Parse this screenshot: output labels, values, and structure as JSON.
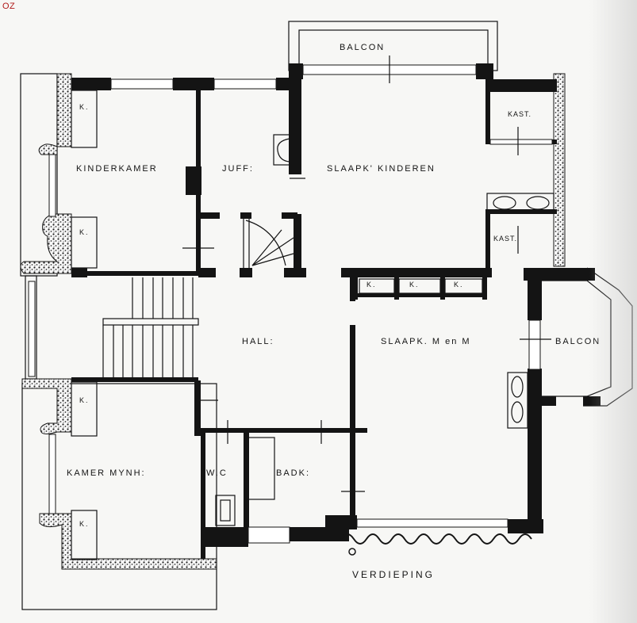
{
  "watermark": "OZ",
  "drawing": {
    "title": "VERDIEPING",
    "rooms": [
      {
        "id": "balcon-top",
        "label": "BALCON"
      },
      {
        "id": "kinderkamer",
        "label": "KINDERKAMER"
      },
      {
        "id": "juff",
        "label": "JUFF:"
      },
      {
        "id": "slaapk-kinderen",
        "label": "SLAAPK' KINDEREN"
      },
      {
        "id": "kast-1",
        "label": "KAST."
      },
      {
        "id": "kast-2",
        "label": "KAST."
      },
      {
        "id": "hall",
        "label": "HALL:"
      },
      {
        "id": "slaapk-m-en-m",
        "label": "SLAAPK. M en M"
      },
      {
        "id": "balcon-right",
        "label": "BALCON"
      },
      {
        "id": "kamer-mynh",
        "label": "KAMER MYNH:"
      },
      {
        "id": "wc",
        "label": "W.C"
      },
      {
        "id": "badk",
        "label": "BADK:"
      }
    ],
    "cupboards": [
      "K.",
      "K.",
      "K.",
      "K.",
      "K.",
      "K.",
      "K."
    ],
    "colors": {
      "wall": "#141414",
      "paper": "#f7f7f5",
      "ink": "#141414",
      "stamp": "#b01818"
    }
  }
}
